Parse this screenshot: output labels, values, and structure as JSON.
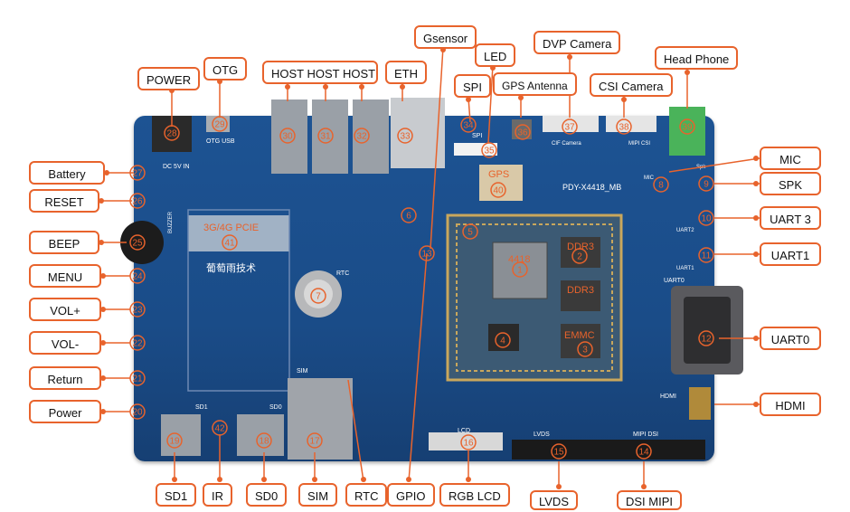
{
  "labels": {
    "power_top": "POWER",
    "otg": "OTG",
    "host_group": "HOST  HOST  HOST",
    "eth": "ETH",
    "gsensor": "Gsensor",
    "led": "LED",
    "spi": "SPI",
    "gps_antenna": "GPS Antenna",
    "dvp_camera": "DVP Camera",
    "csi_camera": "CSI Camera",
    "head_phone": "Head Phone",
    "battery": "Battery",
    "reset": "RESET",
    "beep": "BEEP",
    "menu": "MENU",
    "vol_plus": "VOL+",
    "vol_minus": "VOL-",
    "return": "Return",
    "power_left": "Power",
    "mic": "MIC",
    "spk": "SPK",
    "uart3": "UART 3",
    "uart1": "UART1",
    "uart0": "UART0",
    "hdmi": "HDMI",
    "sd1": "SD1",
    "ir": "IR",
    "sd0": "SD0",
    "sim": "SIM",
    "rtc": "RTC",
    "gpio": "GPIO",
    "rgb_lcd": "RGB LCD",
    "lvds": "LVDS",
    "dsi_mipi": "DSI MIPI"
  },
  "board": {
    "model": "PDY-X4418_MB",
    "pcie_label": "3G/4G PCIE",
    "chinese_brand": "葡萄雨技术",
    "cpu_label": "4418",
    "ddr_label": "DDR3",
    "emmc_label": "EMMC",
    "gps_label": "GPS",
    "rtc_silk": "RTC",
    "lcd_silk": "LCD",
    "lvds_silk": "LVDS",
    "mipi_dsi_silk": "MIPI DSI",
    "uart0_silk": "UART0",
    "hdmi_silk": "HDMI",
    "otg_usb_silk": "OTG USB",
    "dc5v_silk": "DC 5V IN",
    "cif_silk": "CIF Camera",
    "mipi_csi_silk": "MIPI CSI",
    "spi_silk": "SPI",
    "mic_silk": "MIC",
    "spk_silk": "Spk",
    "uart1_silk": "UART1",
    "uart2_silk": "UART2",
    "sd1_silk": "SD1",
    "sd0_silk": "SD0",
    "sim_silk": "SIM",
    "buzzer_silk": "BUZZER"
  },
  "markers": [
    "1",
    "2",
    "3",
    "4",
    "5",
    "6",
    "7",
    "8",
    "9",
    "10",
    "11",
    "12",
    "13",
    "14",
    "15",
    "16",
    "17",
    "18",
    "19",
    "20",
    "21",
    "22",
    "23",
    "24",
    "25",
    "26",
    "27",
    "28",
    "29",
    "30",
    "31",
    "32",
    "33",
    "34",
    "35",
    "36",
    "37",
    "38",
    "39",
    "40",
    "41",
    "42"
  ],
  "colors": {
    "pcb": "#1b4f8c",
    "accent": "#e8632c",
    "label_text": "#111111"
  }
}
